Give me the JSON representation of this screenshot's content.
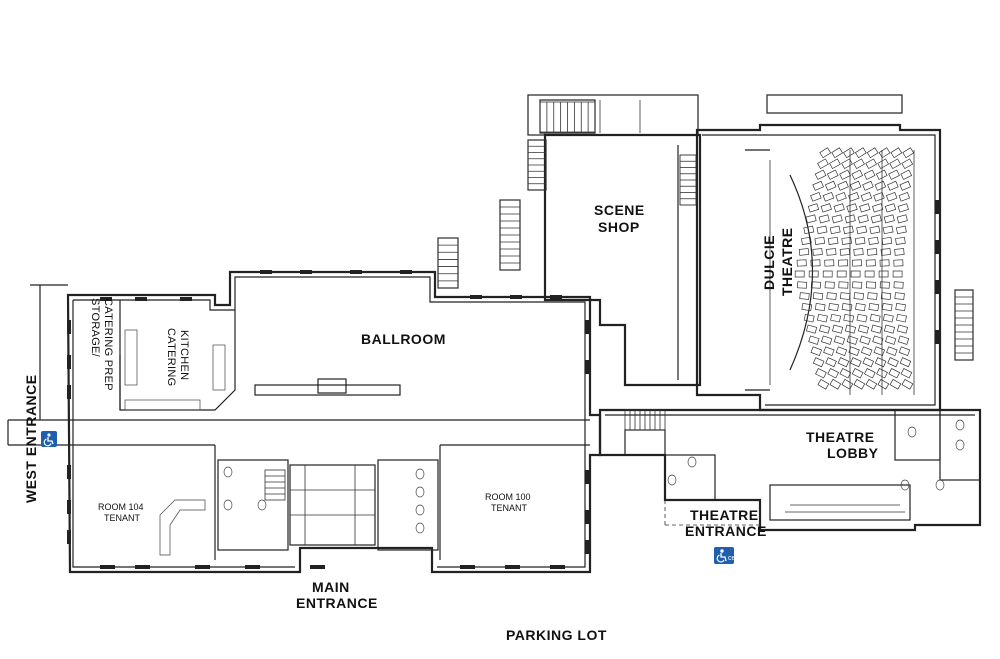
{
  "rooms": {
    "storage": "STORAGE/",
    "catering_prep": "CATERING PREP",
    "catering": "CATERING",
    "kitchen": "KITCHEN",
    "ballroom": "BALLROOM",
    "scene": "SCENE",
    "shop": "SHOP",
    "dulcie": "DULCIE",
    "theatre": "THEATRE",
    "theatre_lobby_1": "THEATRE",
    "theatre_lobby_2": "LOBBY",
    "room104_1": "ROOM 104",
    "room104_2": "TENANT",
    "room100_1": "ROOM 100",
    "room100_2": "TENANT"
  },
  "entrances": {
    "west": "WEST ENTRANCE",
    "main_1": "MAIN",
    "main_2": "ENTRANCE",
    "theatre_1": "THEATRE",
    "theatre_2": "ENTRANCE"
  },
  "parking": "PARKING LOT",
  "icons": {
    "accessible_west": "wheelchair-icon",
    "accessible_theatre": "wheelchair-icon"
  },
  "colors": {
    "accessible": "#1f5fae",
    "lines": "#222222"
  }
}
